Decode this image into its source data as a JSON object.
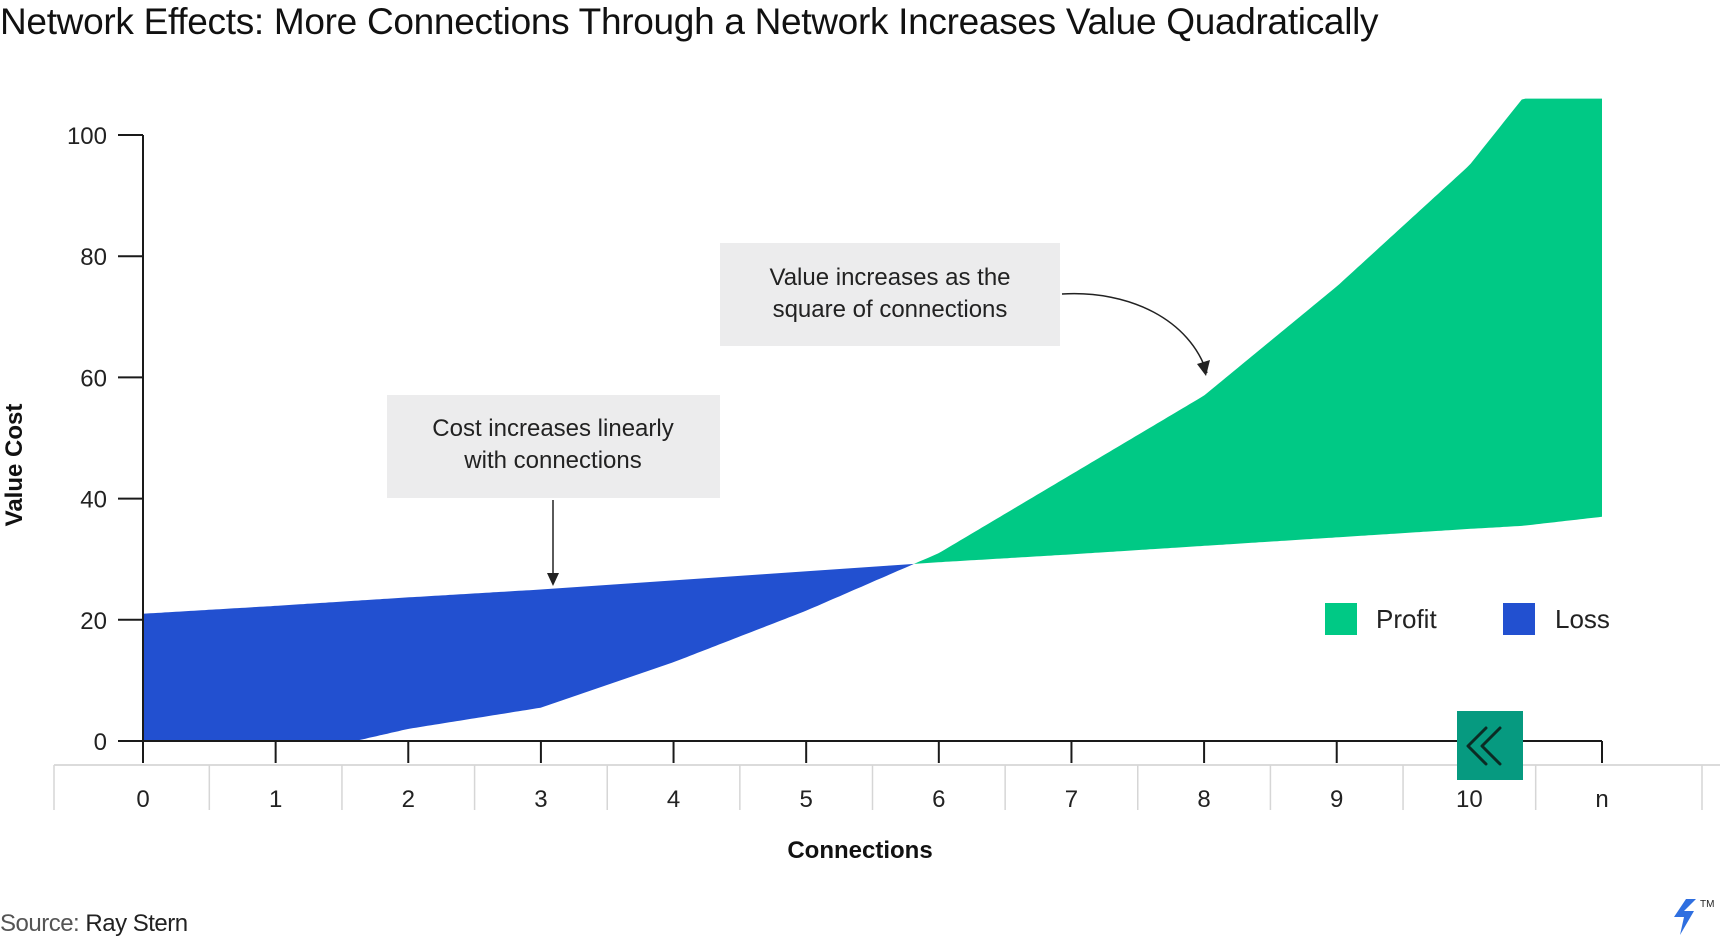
{
  "title": "Network Effects: More Connections Through a Network Increases Value Quadratically",
  "source": {
    "label": "Source:",
    "name": "Ray Stern"
  },
  "brand_mark": {
    "text": "TM"
  },
  "colors": {
    "profit": "#00c985",
    "loss": "#2250d0",
    "axis": "#1a1a1a",
    "callout_bg": "#ececed",
    "break_box": "#069a80"
  },
  "icons": {
    "axis_break": "double-chevron-left-icon",
    "brand_logo": "toptal-logo-icon"
  },
  "chart_data": {
    "type": "area",
    "xlabel": "Connections",
    "ylabel": "Value Cost",
    "categories": [
      "0",
      "1",
      "2",
      "3",
      "4",
      "5",
      "6",
      "7",
      "8",
      "9",
      "10",
      "n"
    ],
    "ylim": [
      0,
      100
    ],
    "yticks": [
      0,
      20,
      40,
      60,
      80,
      100
    ],
    "grid": false,
    "legend_position": "right",
    "series": [
      {
        "x": [
          0,
          1,
          2,
          3,
          4,
          5,
          6,
          7,
          8,
          9,
          10,
          10.4,
          11
        ],
        "values": [
          21,
          22.3,
          23.7,
          25,
          26.5,
          28,
          29.5,
          30.8,
          32.2,
          33.6,
          35,
          35.5,
          37
        ]
      },
      {
        "x": [
          0,
          1.6,
          2,
          3,
          4,
          5,
          6,
          7,
          8,
          9,
          10,
          10.4,
          11
        ],
        "values": [
          0,
          0,
          2,
          5.5,
          13,
          21.5,
          31,
          44,
          57,
          75,
          95,
          106,
          106
        ]
      }
    ],
    "legend": [
      {
        "label": "Profit",
        "color": "#00c985"
      },
      {
        "label": "Loss",
        "color": "#2250d0"
      }
    ],
    "annotations": [
      {
        "line1": "Value increases as the",
        "line2": "square of connections",
        "target_x": 8,
        "target_y": 60
      },
      {
        "line1": "Cost increases linearly",
        "line2": "with connections",
        "target_x": 3,
        "target_y": 26
      }
    ],
    "axis_break_at": 10
  }
}
